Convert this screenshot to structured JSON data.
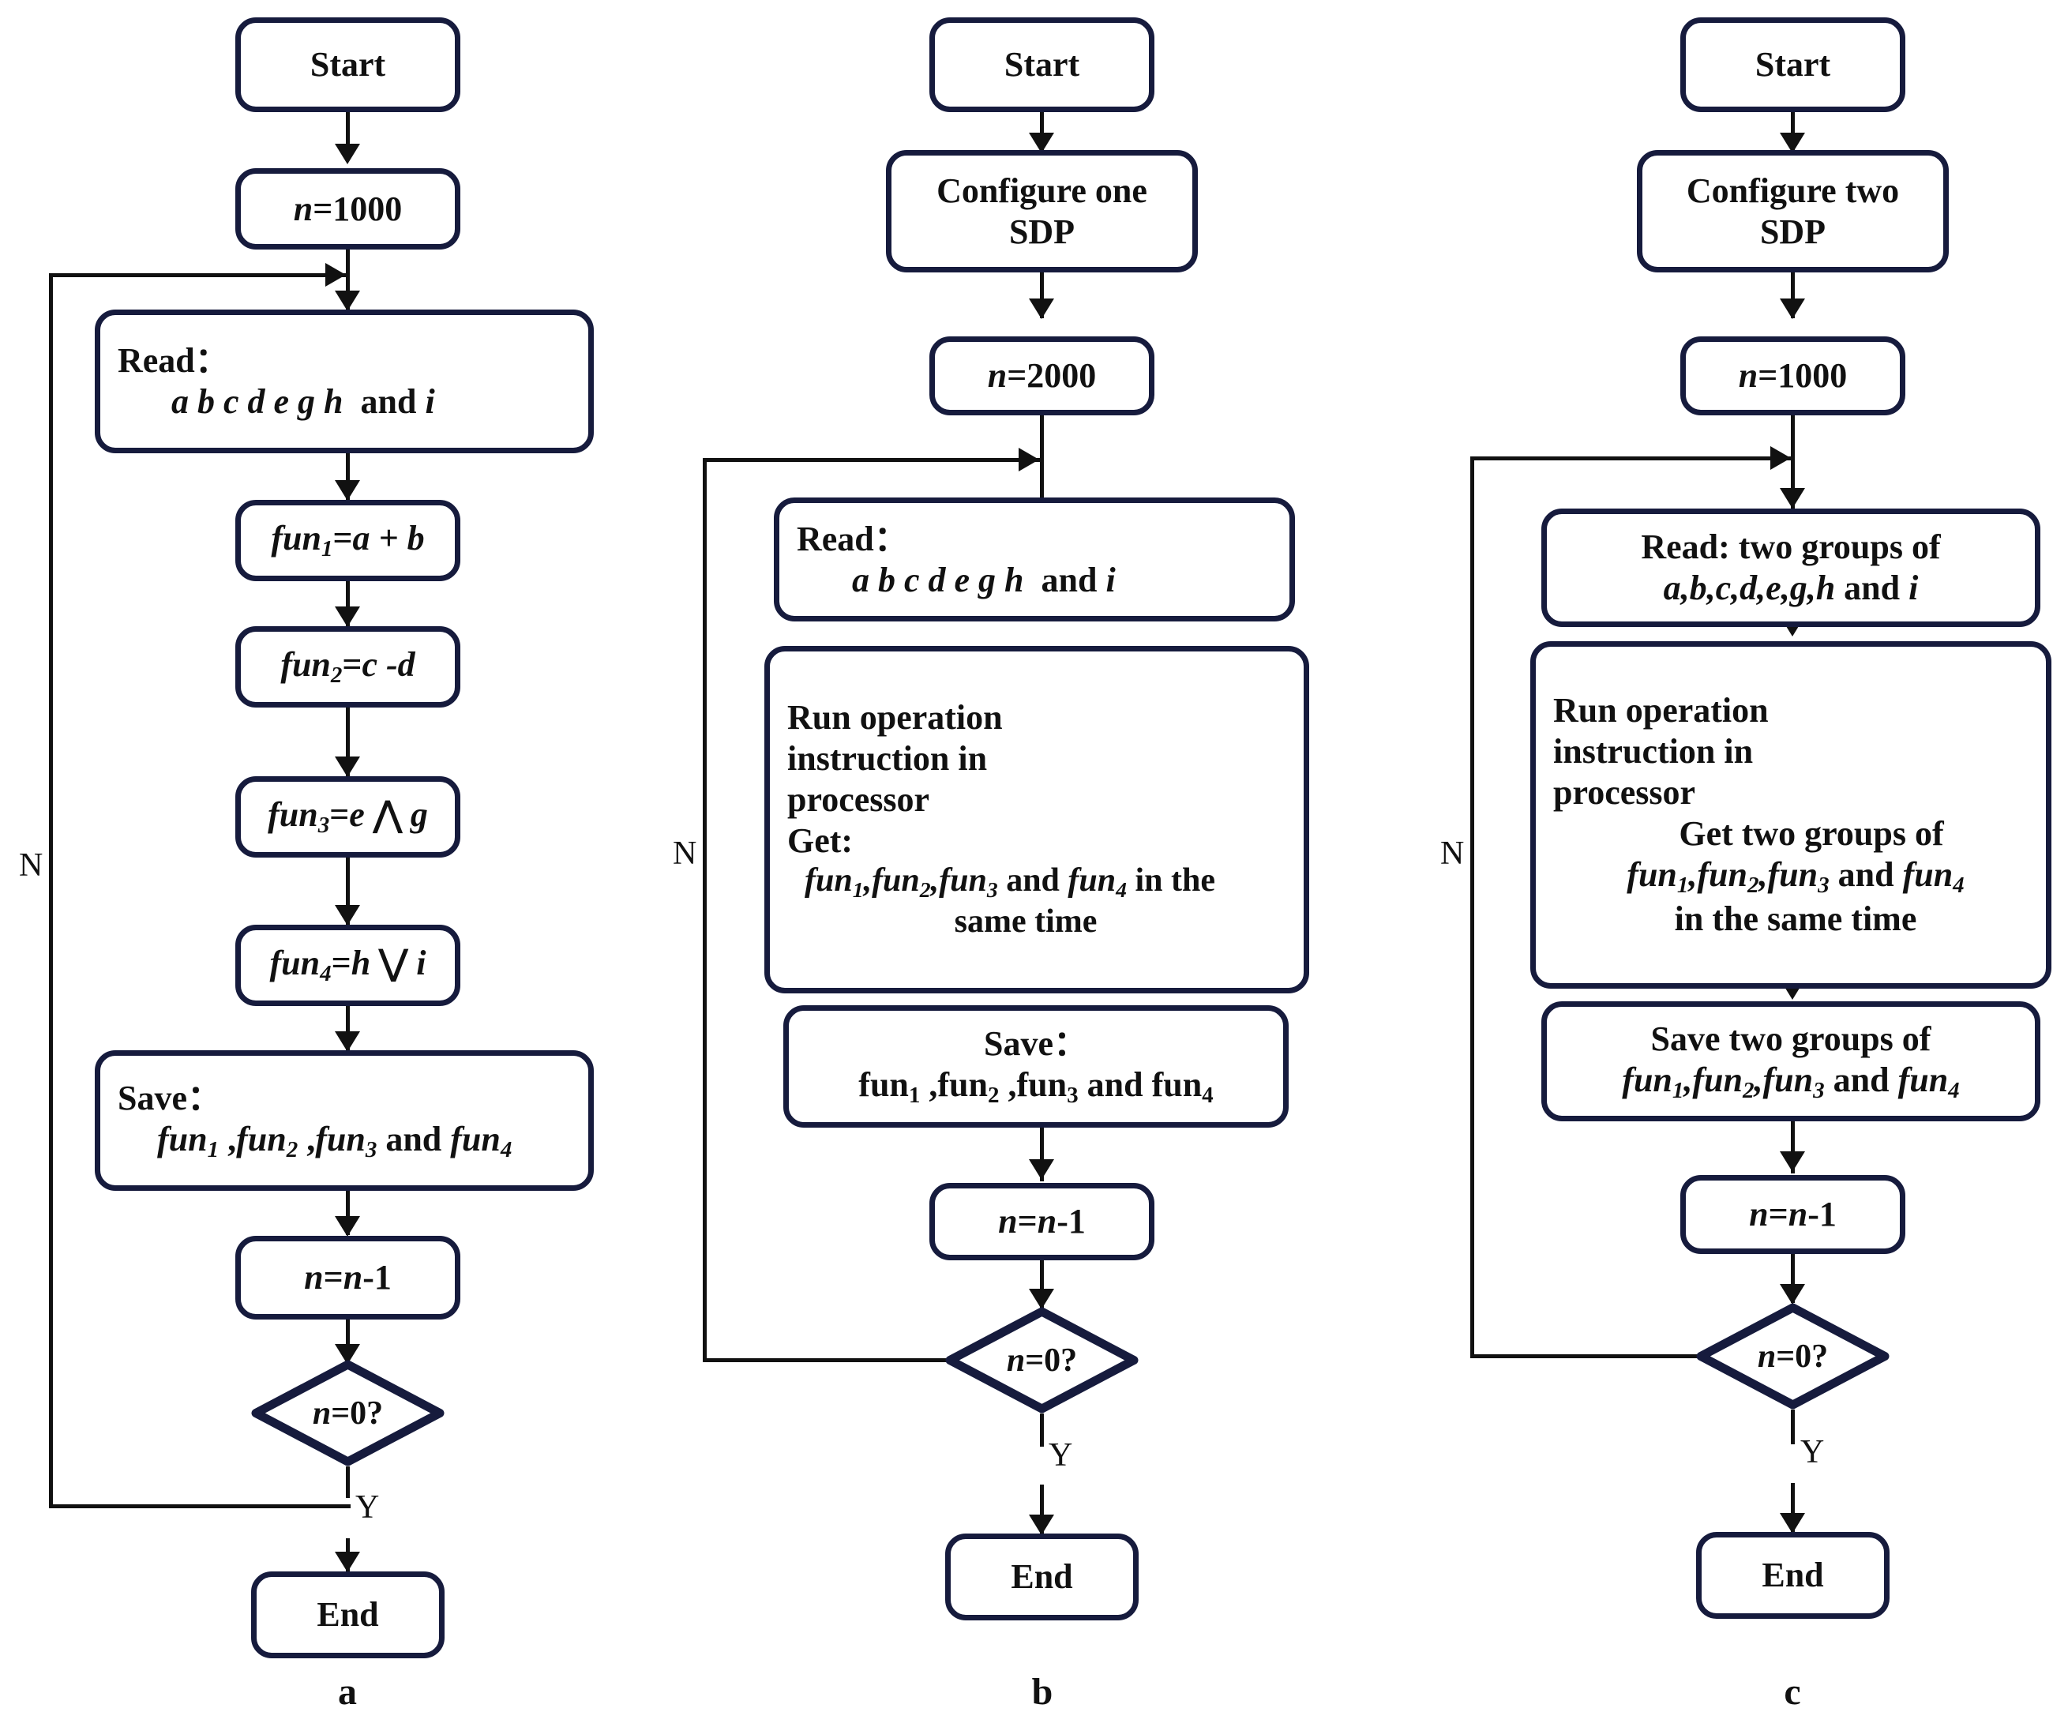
{
  "figure": {
    "type": "flowchart",
    "panel_count": 3,
    "border_color": "#161b3d",
    "line_color": "#111111",
    "background": "#ffffff"
  },
  "panels": [
    {
      "caption": "a",
      "nodes": {
        "start": "Start",
        "init": "n=1000",
        "read_head": "Read：",
        "read_body": "a b c d e g h  and i",
        "fun1": "fun1=a + b",
        "fun2": "fun2=c -d",
        "fun3": "fun3=e ⋀ g",
        "fun4": "fun4=h ⋁ i",
        "save_head": "Save：",
        "save_body": "fun1 ,fun2 ,fun3 and fun4",
        "dec_n": "n=n-1",
        "cond": "n=0?",
        "end": "End"
      },
      "edges": {
        "no": "N",
        "yes": "Y"
      }
    },
    {
      "caption": "b",
      "nodes": {
        "start": "Start",
        "configure": "Configure one SDP",
        "init": "n=2000",
        "read_head": "Read：",
        "read_body": "a b c d e g h  and i",
        "run_l1": "Run operation",
        "run_l2": "instruction in",
        "run_l3": "processor",
        "run_l4": "Get:",
        "run_l5": "fun1,fun2,fun3 and fun4 in the",
        "run_l6": "same time",
        "save_head": "Save：",
        "save_body": "fun1 ,fun2 ,fun3 and fun4",
        "dec_n": "n=n-1",
        "cond": "n=0?",
        "end": "End"
      },
      "edges": {
        "no": "N",
        "yes": "Y"
      }
    },
    {
      "caption": "c",
      "nodes": {
        "start": "Start",
        "configure": "Configure two SDP",
        "init": "n=1000",
        "read_l1": "Read: two groups of",
        "read_l2": "a,b,c,d,e,g,h and i",
        "run_l1": "Run operation",
        "run_l2": "instruction in",
        "run_l3": "processor",
        "run_l4": "Get two groups of",
        "run_l5": "fun1,fun2,fun3 and fun4",
        "run_l6": "in the same time",
        "save_l1": "Save two groups of",
        "save_l2": "fun1,fun2,fun3 and fun4",
        "dec_n": "n=n-1",
        "cond": "n=0?",
        "end": "End"
      },
      "edges": {
        "no": "N",
        "yes": "Y"
      }
    }
  ]
}
